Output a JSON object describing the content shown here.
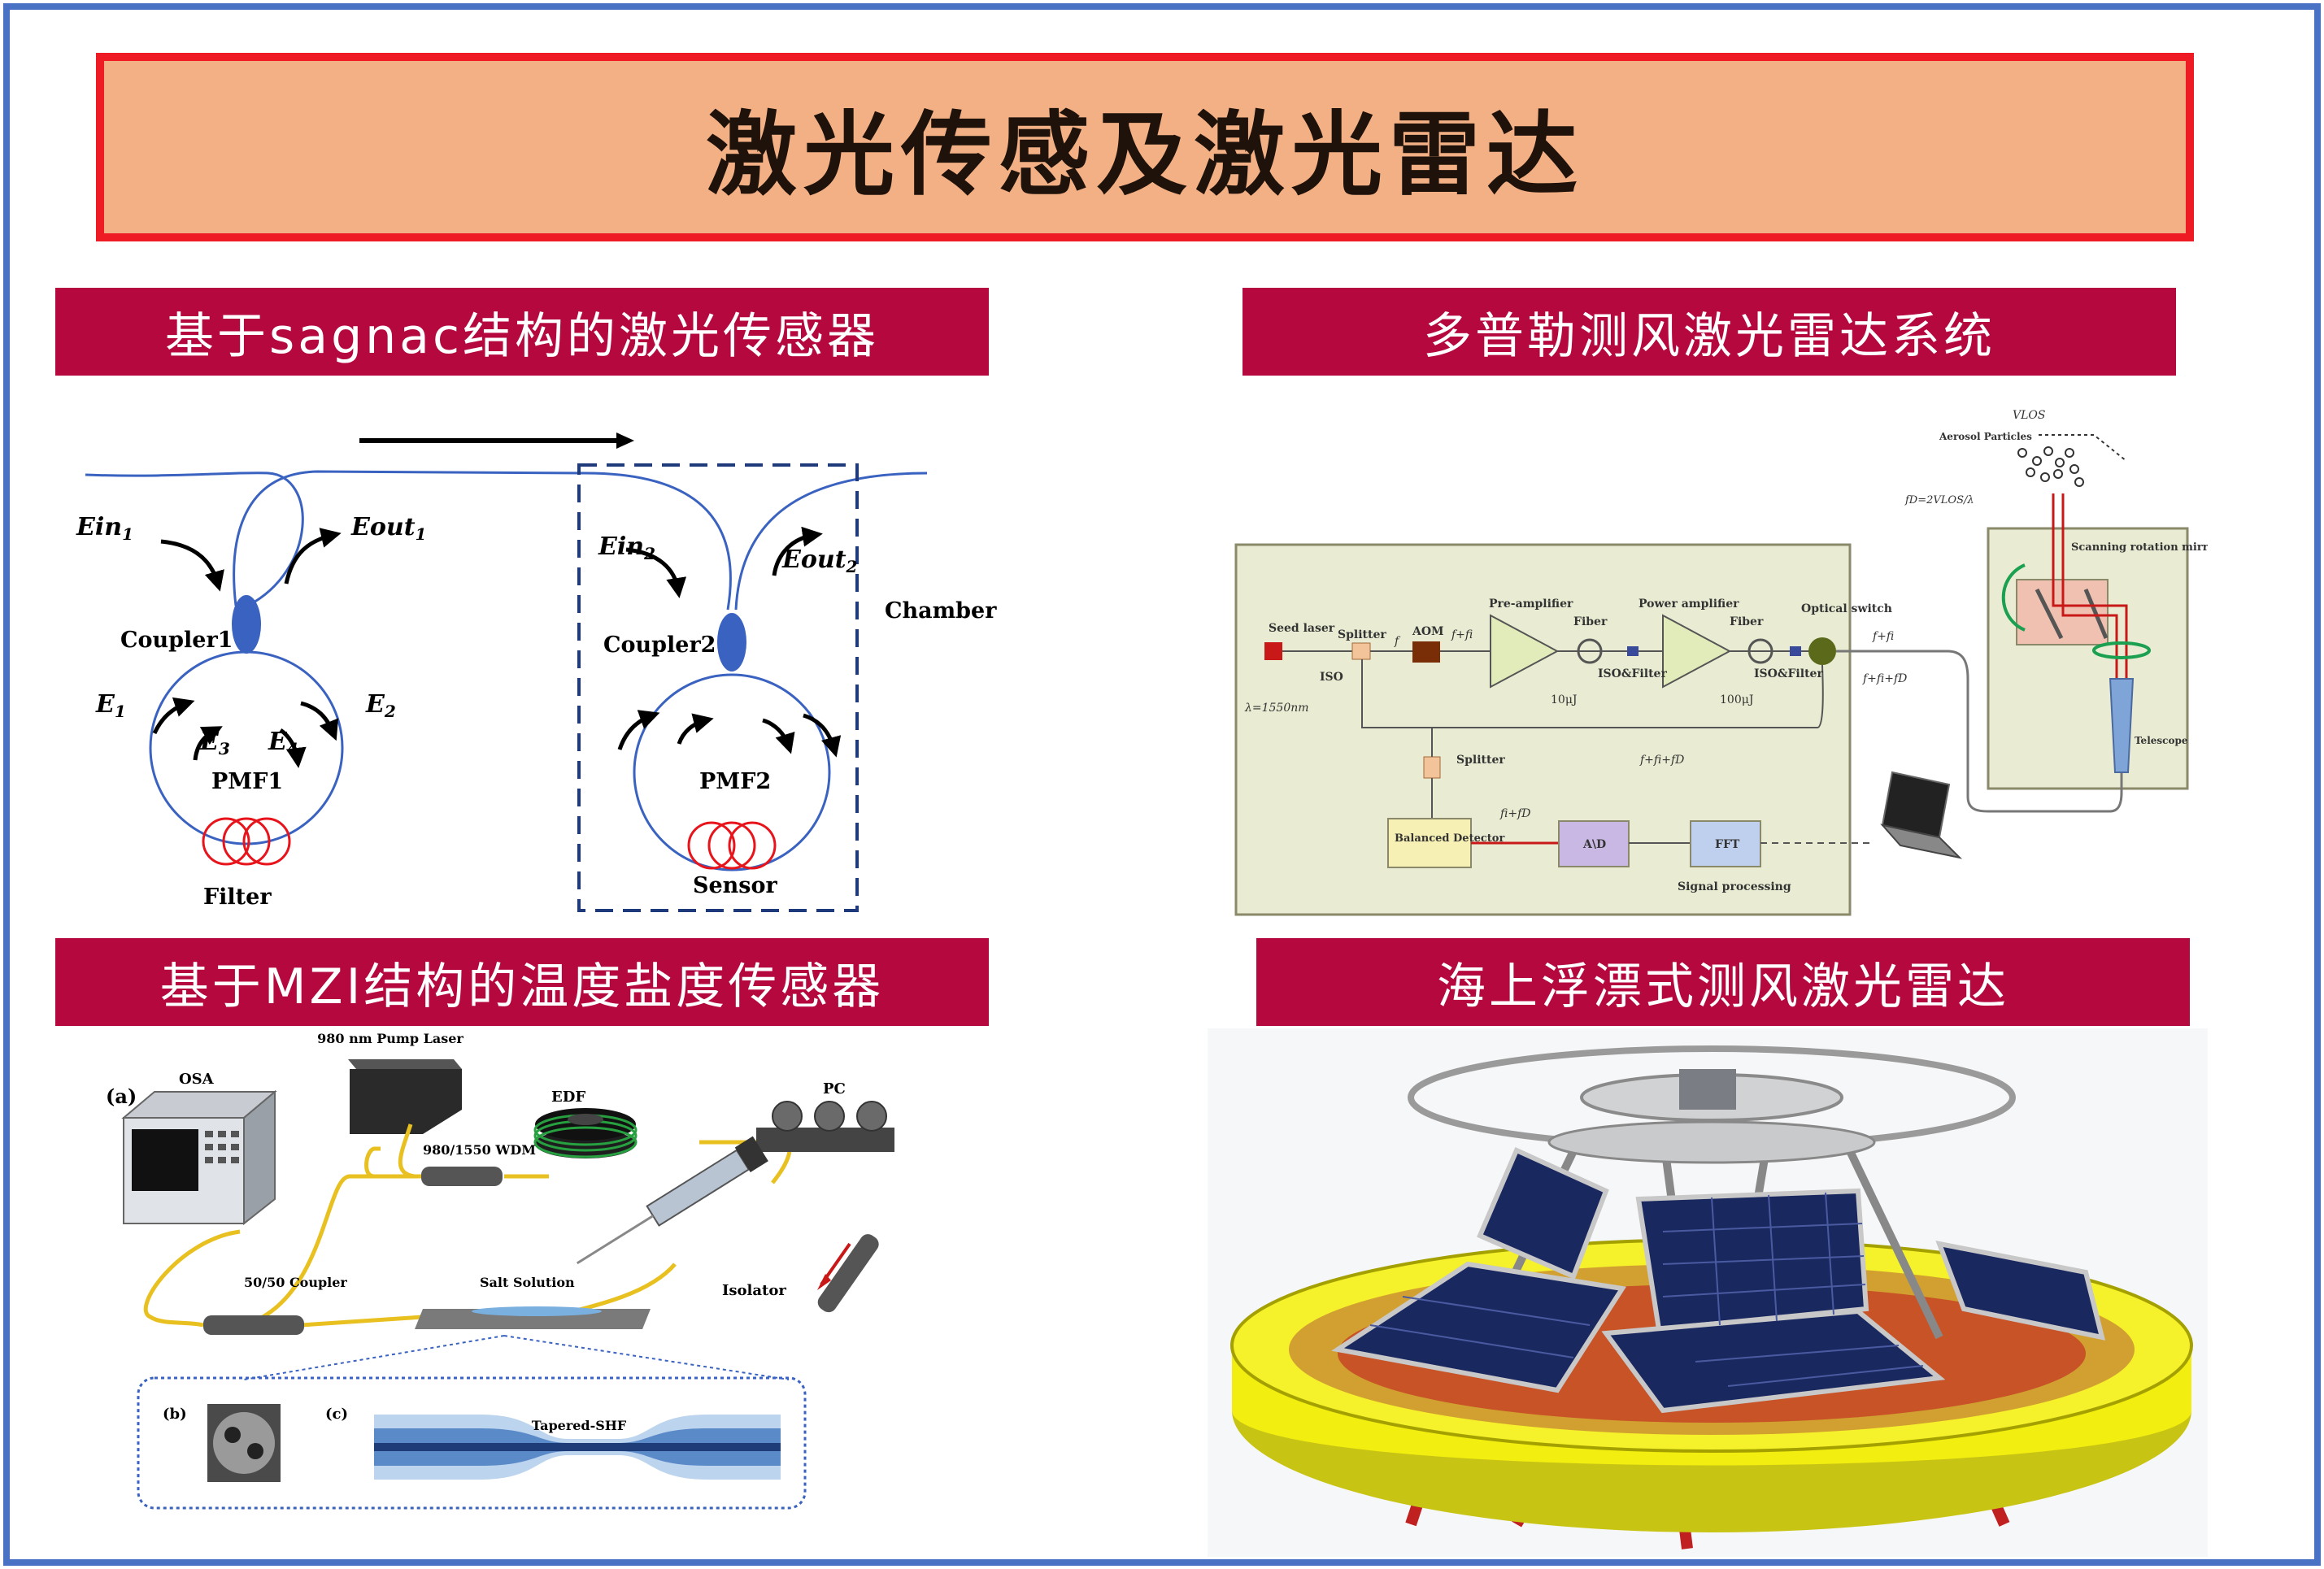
{
  "title": "激光传感及激光雷达",
  "sections": {
    "sagnac": "基于sagnac结构的激光传感器",
    "doppler": "多普勒测风激光雷达系统",
    "mzi": "基于MZI结构的温度盐度传感器",
    "buoy": "海上浮漂式测风激光雷达"
  },
  "sagnac_diagram": {
    "ein1": "Ein",
    "ein1_sub": "1",
    "eout1": "Eout",
    "eout1_sub": "1",
    "ein2": "Ein",
    "ein2_sub": "2",
    "eout2": "Eout",
    "eout2_sub": "2",
    "coupler1": "Coupler1",
    "coupler2": "Coupler2",
    "chamber": "Chamber",
    "e1": "E",
    "e1_sub": "1",
    "e2": "E",
    "e2_sub": "2",
    "e3": "E",
    "e3_sub": "3",
    "e4": "E",
    "e4_sub": "4",
    "pmf1": "PMF1",
    "pmf2": "PMF2",
    "filter": "Filter",
    "sensor": "Sensor"
  },
  "lidar_diagram": {
    "seed_laser": "Seed laser",
    "lambda": "λ=1550nm",
    "iso": "ISO",
    "splitter1": "Splitter",
    "aom": "AOM",
    "pre_amp": "Pre-amplifier",
    "fiber1": "Fiber",
    "pump1": "10μJ",
    "iso_filter1": "ISO&Filter",
    "power_amp": "Power amplifier",
    "fiber2": "Fiber",
    "pump2": "100μJ",
    "iso_filter2": "ISO&Filter",
    "optical_switch": "Optical switch",
    "splitter2": "Splitter",
    "balanced_detector": "Balanced Detector",
    "ad": "A\\D",
    "fft": "FFT",
    "signal_processing": "Signal processing",
    "f": "f",
    "f_fi": "f+fi",
    "f_fi_fd": "f+fi+fD",
    "fi_fd": "fi+fD",
    "aerosol": "Aerosol Particles",
    "vlos": "VLOS",
    "fd_formula": "fD=2VLOS/λ",
    "scanning": "Scanning rotation mirror",
    "telescope": "Telescope"
  },
  "mzi_diagram": {
    "a": "(a)",
    "osa": "OSA",
    "pump_laser": "980 nm Pump Laser",
    "edf": "EDF",
    "pc": "PC",
    "wdm": "980/1550 WDM",
    "coupler": "50/50 Coupler",
    "salt": "Salt Solution",
    "isolator": "Isolator",
    "b": "(b)",
    "c": "(c)",
    "tapered": "Tapered-SHF"
  },
  "colors": {
    "frame": "#4a72c4",
    "title_bg": "#f3b085",
    "title_border": "#ee1b24",
    "section_bg": "#b4083f",
    "fiber_blue": "#3a62c0",
    "coil_red": "#e8141c",
    "buoy_yellow": "#f2ee10"
  }
}
